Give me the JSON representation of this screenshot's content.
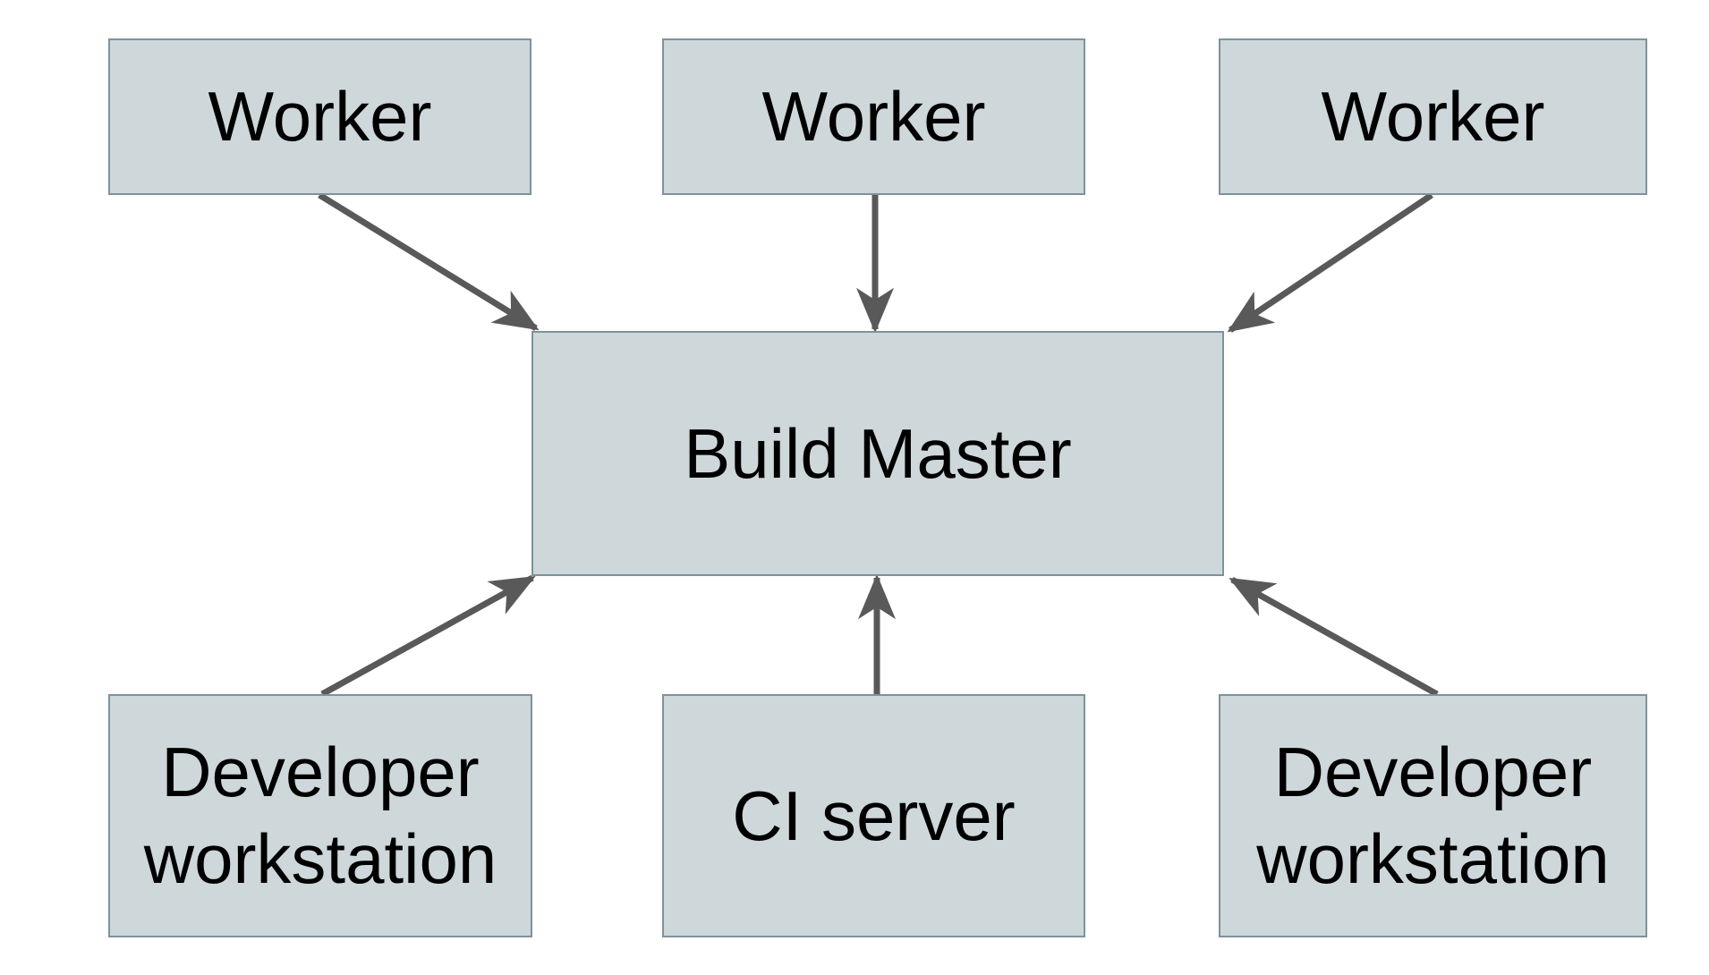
{
  "diagram": {
    "type": "architecture-diagram",
    "nodes": [
      {
        "id": "worker-left",
        "label": "Worker"
      },
      {
        "id": "worker-middle",
        "label": "Worker"
      },
      {
        "id": "worker-right",
        "label": "Worker"
      },
      {
        "id": "build-master",
        "label": "Build Master"
      },
      {
        "id": "developer-workstation-left",
        "label": "Developer workstation"
      },
      {
        "id": "ci-server",
        "label": "CI server"
      },
      {
        "id": "developer-workstation-right",
        "label": "Developer workstation"
      }
    ],
    "edges": [
      {
        "from": "worker-left",
        "to": "build-master"
      },
      {
        "from": "worker-middle",
        "to": "build-master"
      },
      {
        "from": "worker-right",
        "to": "build-master"
      },
      {
        "from": "developer-workstation-left",
        "to": "build-master"
      },
      {
        "from": "ci-server",
        "to": "build-master"
      },
      {
        "from": "developer-workstation-right",
        "to": "build-master"
      }
    ]
  },
  "colors": {
    "background": "#ffffff",
    "node_fill": "#ced7da",
    "node_border": "#7e929c",
    "arrow": "#595959",
    "text": "#000000"
  }
}
